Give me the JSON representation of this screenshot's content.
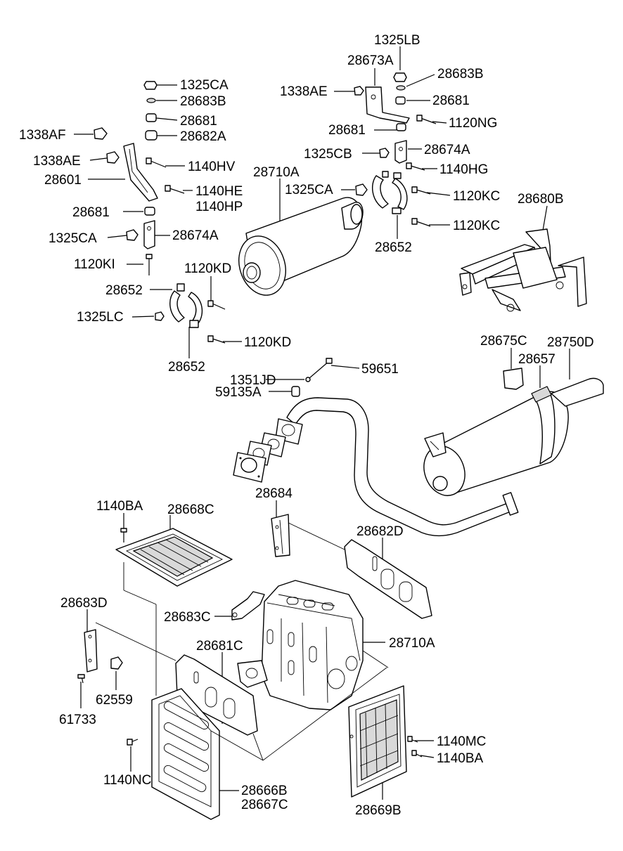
{
  "labels": [
    {
      "id": "1325LB",
      "text": "1325LB"
    },
    {
      "id": "28673A",
      "text": "28673A"
    },
    {
      "id": "28683B_r",
      "text": "28683B"
    },
    {
      "id": "1338AE_r",
      "text": "1338AE"
    },
    {
      "id": "28681_r1",
      "text": "28681"
    },
    {
      "id": "1120NG",
      "text": "1120NG"
    },
    {
      "id": "28681_r2",
      "text": "28681"
    },
    {
      "id": "1325CB",
      "text": "1325CB"
    },
    {
      "id": "28674A_r",
      "text": "28674A"
    },
    {
      "id": "1140HG",
      "text": "1140HG"
    },
    {
      "id": "1325CA_top",
      "text": "1325CA"
    },
    {
      "id": "28683B_l",
      "text": "28683B"
    },
    {
      "id": "28681_l1",
      "text": "28681"
    },
    {
      "id": "28682A",
      "text": "28682A"
    },
    {
      "id": "1338AF",
      "text": "1338AF"
    },
    {
      "id": "1338AE_l",
      "text": "1338AE"
    },
    {
      "id": "1140HV",
      "text": "1140HV"
    },
    {
      "id": "28601",
      "text": "28601"
    },
    {
      "id": "28710A_top",
      "text": "28710A"
    },
    {
      "id": "1325CA_mid",
      "text": "1325CA"
    },
    {
      "id": "1120KC_1",
      "text": "1120KC"
    },
    {
      "id": "1140HE",
      "text": "1140HE"
    },
    {
      "id": "1140HP",
      "text": "1140HP"
    },
    {
      "id": "28681_l2",
      "text": "28681"
    },
    {
      "id": "1325CA_l",
      "text": "1325CA"
    },
    {
      "id": "28674A_l",
      "text": "28674A"
    },
    {
      "id": "1120KC_2",
      "text": "1120KC"
    },
    {
      "id": "28680B",
      "text": "28680B"
    },
    {
      "id": "28652_r",
      "text": "28652"
    },
    {
      "id": "1120KI",
      "text": "1120KI"
    },
    {
      "id": "1120KD_1",
      "text": "1120KD"
    },
    {
      "id": "28652_l1",
      "text": "28652"
    },
    {
      "id": "1325LC",
      "text": "1325LC"
    },
    {
      "id": "1120KD_2",
      "text": "1120KD"
    },
    {
      "id": "28652_l2",
      "text": "28652"
    },
    {
      "id": "28675C",
      "text": "28675C"
    },
    {
      "id": "28750D",
      "text": "28750D"
    },
    {
      "id": "28657",
      "text": "28657"
    },
    {
      "id": "1351JD",
      "text": "1351JD"
    },
    {
      "id": "59651",
      "text": "59651"
    },
    {
      "id": "59135A",
      "text": "59135A"
    },
    {
      "id": "28684",
      "text": "28684"
    },
    {
      "id": "1140BA_top",
      "text": "1140BA"
    },
    {
      "id": "28668C",
      "text": "28668C"
    },
    {
      "id": "28682D",
      "text": "28682D"
    },
    {
      "id": "28683D",
      "text": "28683D"
    },
    {
      "id": "28683C",
      "text": "28683C"
    },
    {
      "id": "28710A_bot",
      "text": "28710A"
    },
    {
      "id": "28681C",
      "text": "28681C"
    },
    {
      "id": "62559",
      "text": "62559"
    },
    {
      "id": "61733",
      "text": "61733"
    },
    {
      "id": "1140MC",
      "text": "1140MC"
    },
    {
      "id": "1140BA_bot",
      "text": "1140BA"
    },
    {
      "id": "1140NC",
      "text": "1140NC"
    },
    {
      "id": "28666B",
      "text": "28666B"
    },
    {
      "id": "28667C",
      "text": "28667C"
    },
    {
      "id": "28669B",
      "text": "28669B"
    }
  ]
}
